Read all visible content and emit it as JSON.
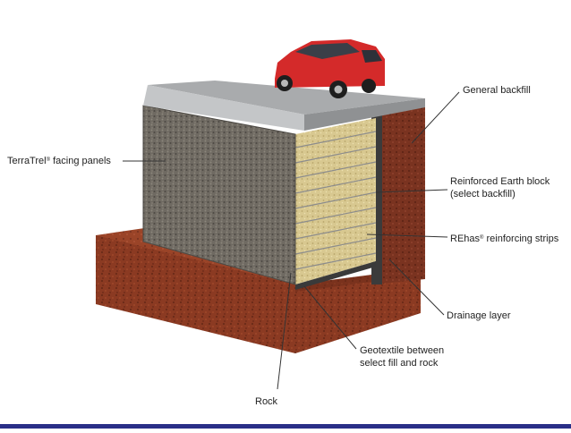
{
  "labels": {
    "facing_panels": {
      "text": "TerraTrel",
      "mark": "®",
      "rest": " facing panels"
    },
    "general_backfill": "General backfill",
    "reinforced_block_line1": "Reinforced Earth block",
    "reinforced_block_line2": "(select backfill)",
    "strips": {
      "text": "REhas",
      "mark": "®",
      "rest": " reinforcing strips"
    },
    "drainage_layer": "Drainage layer",
    "geotextile_line1": "Geotextile between",
    "geotextile_line2": "select fill and rock",
    "rock": "Rock"
  },
  "colors": {
    "ground_red": "#8b3a22",
    "ground_dark": "#5e2314",
    "facing_grey": "#6f6a62",
    "select_fill": "#d8c890",
    "road_grey": "#a9abad",
    "car_red": "#d42a2a",
    "bottom_rule": "#2a2f88"
  },
  "icons": [
    "car-icon"
  ]
}
